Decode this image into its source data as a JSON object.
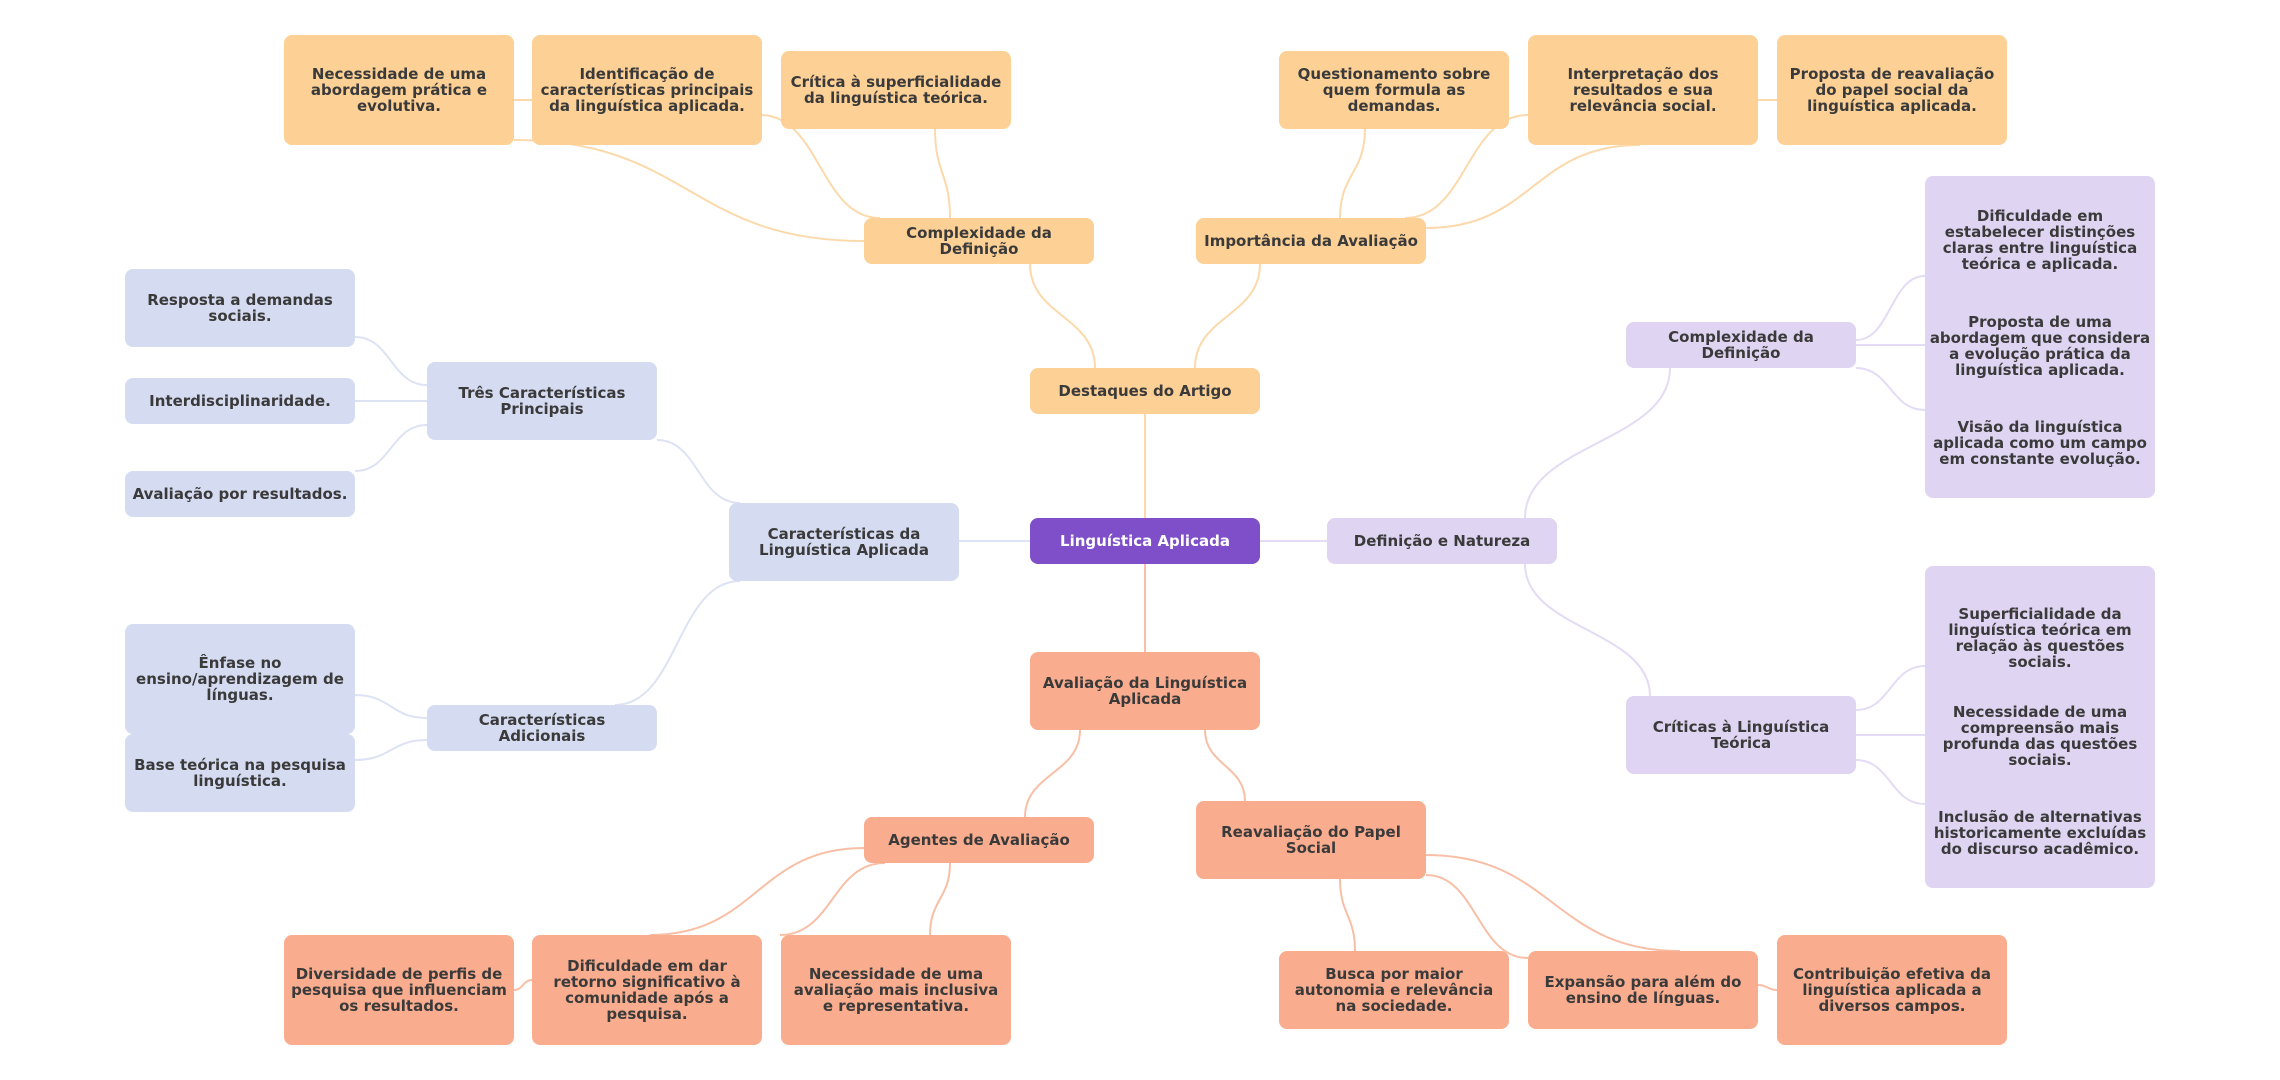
{
  "colors": {
    "root": "#7e4fc9",
    "highlights": "#fdd095",
    "evaluation": "#f9ad8e",
    "characteristics": "#d5dcf1",
    "definition": "#dfd4f1",
    "text_dark": "#3a3a3a",
    "text_light": "#ffffff"
  },
  "root": {
    "label": "Linguística Aplicada"
  },
  "highlights": {
    "label": "Destaques do Artigo",
    "complexity": {
      "label": "Complexidade da Definição",
      "items": [
        "Necessidade de uma abordagem prática e evolutiva.",
        "Identificação de características principais da linguística aplicada.",
        "Crítica à superficialidade da linguística teórica."
      ]
    },
    "importance": {
      "label": "Importância da Avaliação",
      "items": [
        "Questionamento sobre quem formula as demandas.",
        "Interpretação dos resultados e sua relevância social.",
        "Proposta de reavaliação do papel social da linguística aplicada."
      ]
    }
  },
  "characteristics": {
    "label": "Características da Linguística Aplicada",
    "main": {
      "label": "Três Características Principais",
      "items": [
        "Resposta a demandas sociais.",
        "Interdisciplinaridade.",
        "Avaliação por resultados."
      ]
    },
    "additional": {
      "label": "Características Adicionais",
      "items": [
        "Ênfase no ensino/aprendizagem de línguas.",
        "Base teórica na pesquisa linguística."
      ]
    }
  },
  "definition": {
    "label": "Definição e Natureza",
    "complexity": {
      "label": "Complexidade da Definição",
      "items": [
        "Dificuldade em estabelecer distinções claras entre linguística teórica e aplicada.",
        "Proposta de uma abordagem que considera a evolução prática da linguística aplicada.",
        "Visão da linguística aplicada como um campo em constante evolução."
      ]
    },
    "critiques": {
      "label": "Críticas à Linguística Teórica",
      "items": [
        "Superficialidade da linguística teórica em relação às questões sociais.",
        "Necessidade de uma compreensão mais profunda das questões sociais.",
        "Inclusão de alternativas historicamente excluídas do discurso acadêmico."
      ]
    }
  },
  "evaluation": {
    "label": "Avaliação da Linguística Aplicada",
    "agents": {
      "label": "Agentes de Avaliação",
      "items": [
        "Diversidade de perfis de pesquisa que influenciam os resultados.",
        "Dificuldade em dar retorno significativo à comunidade após a pesquisa.",
        "Necessidade de uma avaliação mais inclusiva e representativa."
      ]
    },
    "social_role": {
      "label": "Reavaliação do Papel Social",
      "items": [
        "Busca por maior autonomia e relevância na sociedade.",
        "Expansão para além do ensino de línguas.",
        "Contribuição efetiva da linguística aplicada a diversos campos."
      ]
    }
  }
}
